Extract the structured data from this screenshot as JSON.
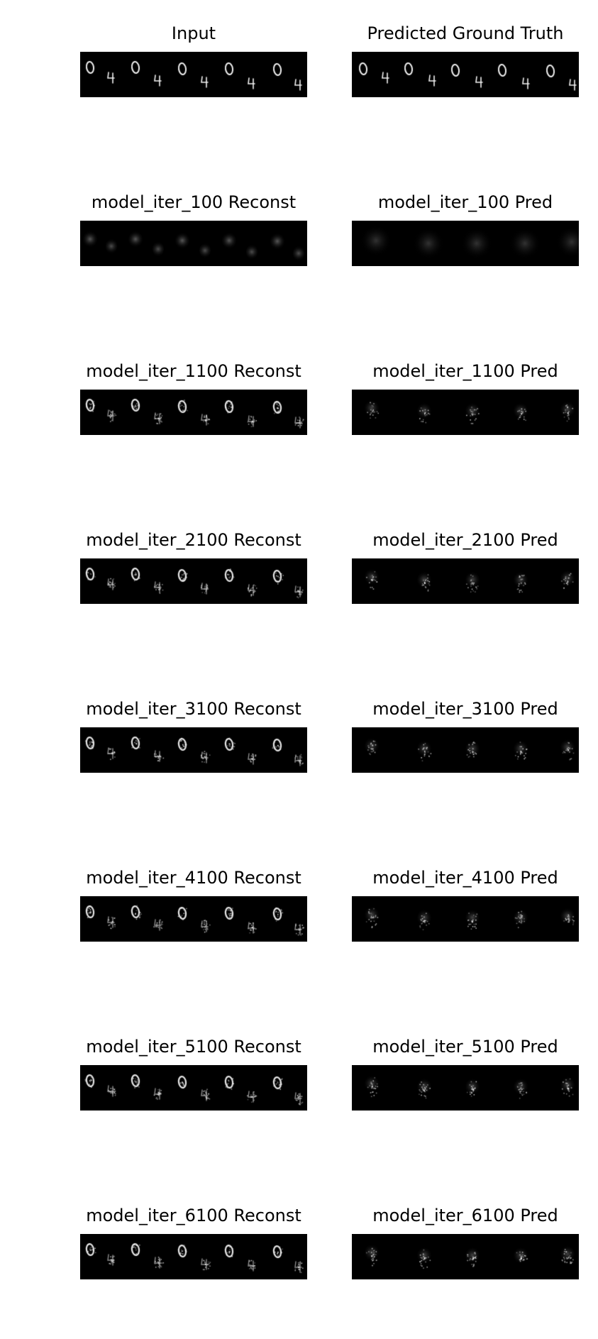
{
  "figure": {
    "rows": [
      {
        "left": {
          "title": "Input",
          "kind": "gt"
        },
        "right": {
          "title": "Predicted Ground Truth",
          "kind": "gt"
        }
      },
      {
        "left": {
          "title": "model_iter_100 Reconst",
          "kind": "recon",
          "quality": 0
        },
        "right": {
          "title": "model_iter_100 Pred",
          "kind": "pred",
          "quality": 0
        }
      },
      {
        "left": {
          "title": "model_iter_1100 Reconst",
          "kind": "recon",
          "quality": 1
        },
        "right": {
          "title": "model_iter_1100 Pred",
          "kind": "pred",
          "quality": 1
        }
      },
      {
        "left": {
          "title": "model_iter_2100 Reconst",
          "kind": "recon",
          "quality": 2
        },
        "right": {
          "title": "model_iter_2100 Pred",
          "kind": "pred",
          "quality": 2
        }
      },
      {
        "left": {
          "title": "model_iter_3100 Reconst",
          "kind": "recon",
          "quality": 3
        },
        "right": {
          "title": "model_iter_3100 Pred",
          "kind": "pred",
          "quality": 3
        }
      },
      {
        "left": {
          "title": "model_iter_4100 Reconst",
          "kind": "recon",
          "quality": 4
        },
        "right": {
          "title": "model_iter_4100 Pred",
          "kind": "pred",
          "quality": 4
        }
      },
      {
        "left": {
          "title": "model_iter_5100 Reconst",
          "kind": "recon",
          "quality": 5
        },
        "right": {
          "title": "model_iter_5100 Pred",
          "kind": "pred",
          "quality": 5
        }
      },
      {
        "left": {
          "title": "model_iter_6100 Reconst",
          "kind": "recon",
          "quality": 6
        },
        "right": {
          "title": "model_iter_6100 Pred",
          "kind": "pred",
          "quality": 6
        }
      }
    ]
  }
}
